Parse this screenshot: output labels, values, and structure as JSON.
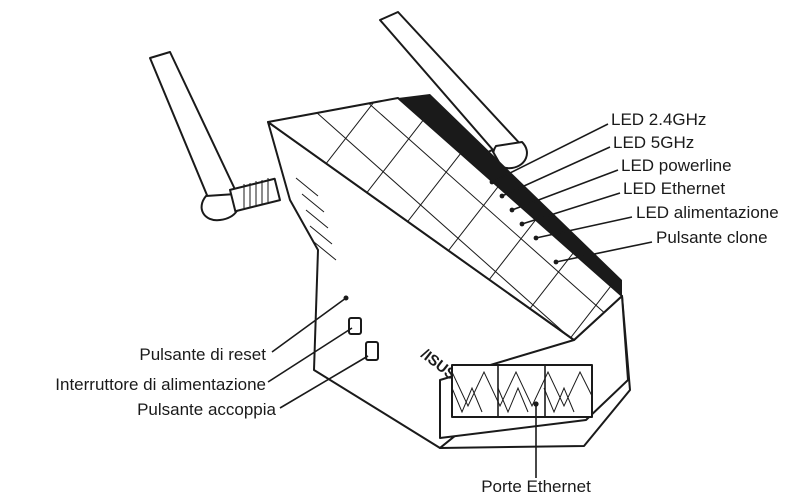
{
  "device": {
    "brand": "/ISUS"
  },
  "labels_right": [
    "LED 2.4GHz",
    "LED 5GHz",
    "LED powerline",
    "LED Ethernet",
    "LED alimentazione",
    "Pulsante clone"
  ],
  "labels_left": [
    "Pulsante di reset",
    "Interruttore di alimentazione",
    "Pulsante accoppia"
  ],
  "label_bottom": "Porte Ethernet"
}
